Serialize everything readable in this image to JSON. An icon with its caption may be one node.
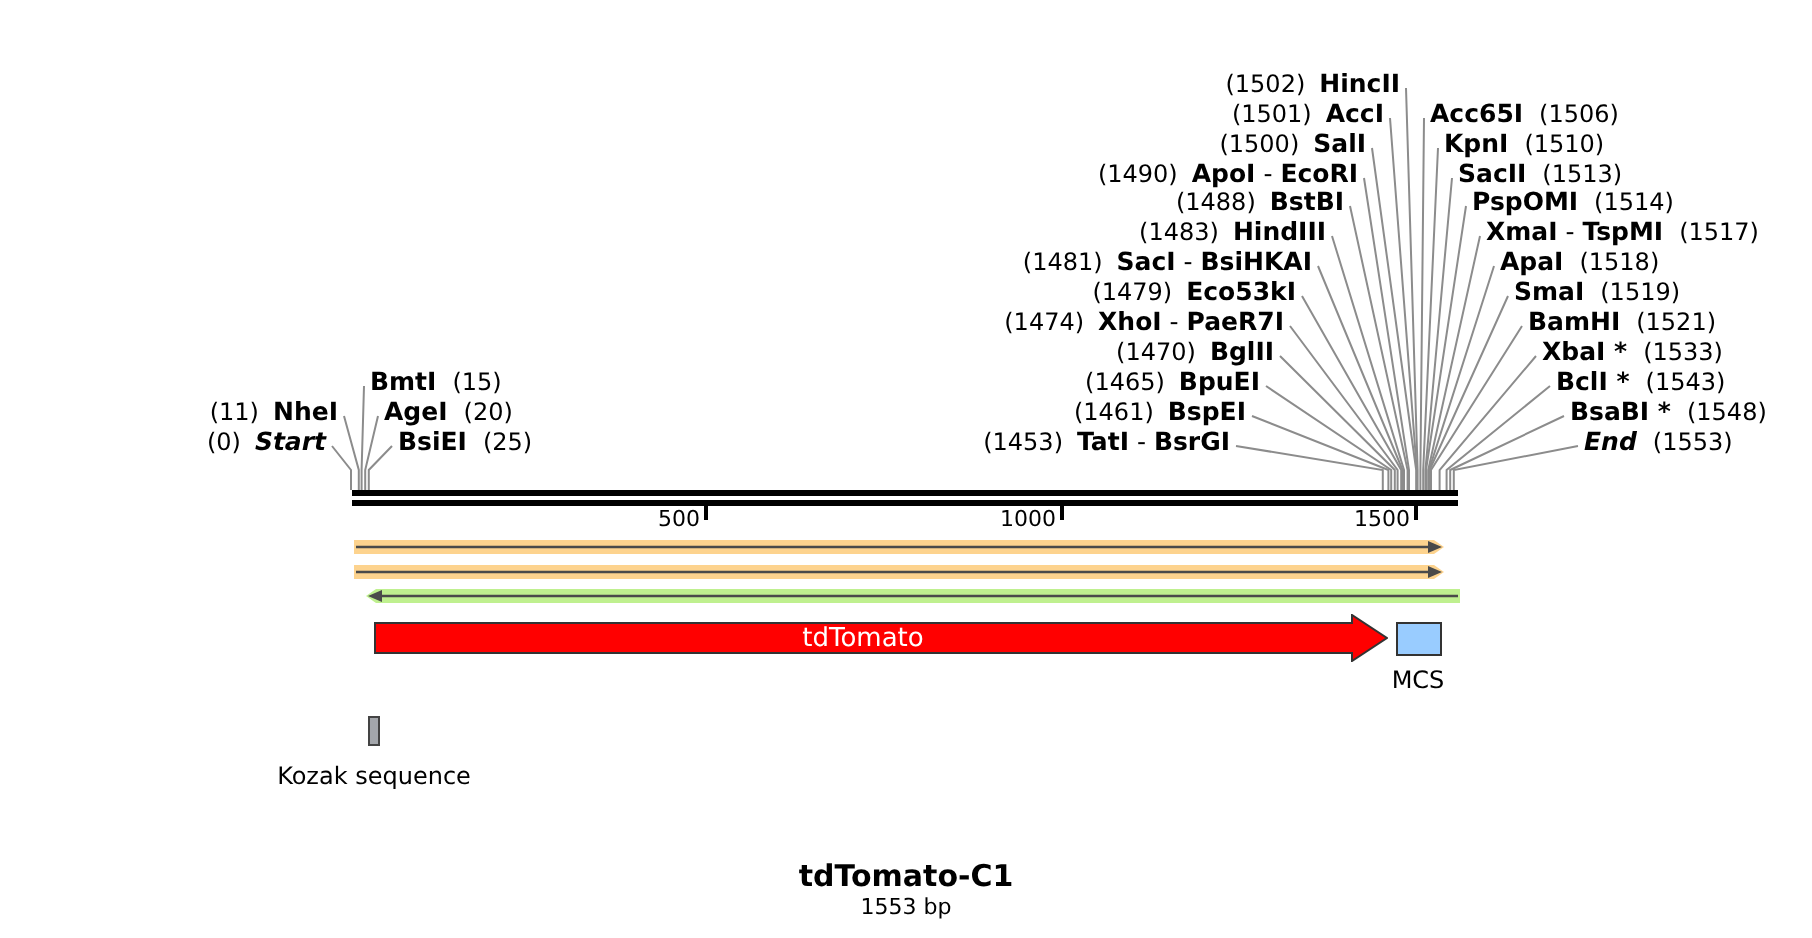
{
  "diagram": {
    "title": "tdTomato-C1",
    "caption": "1553 bp",
    "nodes": [
      {
        "text": [
          "HincII"
        ],
        "beside": [
          "(1502)"
        ]
      },
      {
        "text": [
          "AccI"
        ],
        "beside": [
          "(1501)"
        ]
      },
      {
        "text": [
          "Acc65I"
        ],
        "beside": [
          "(1506)"
        ]
      },
      {
        "text": [
          "SalI"
        ],
        "beside": [
          "(1500)"
        ]
      },
      {
        "text": [
          "KpnI"
        ],
        "beside": [
          "(1510)"
        ]
      },
      {
        "text": [
          "**ApoI** - **EcoRI**"
        ],
        "beside": [
          "(1490)"
        ]
      },
      {
        "text": [
          "SacII"
        ],
        "beside": [
          "(1513)"
        ]
      },
      {
        "text": [
          "BstBI"
        ],
        "beside": [
          "(1488)"
        ]
      },
      {
        "text": [
          "PspOMI"
        ],
        "beside": [
          "(1514)"
        ]
      },
      {
        "text": [
          "HindIII"
        ],
        "beside": [
          "(1483)"
        ]
      },
      {
        "text": [
          "**XmaI** - **TspMI**"
        ],
        "beside": [
          "(1517)"
        ]
      },
      {
        "text": [
          "**SacI** - **BsiHKAI**"
        ],
        "beside": [
          "(1481)"
        ]
      },
      {
        "text": [
          "ApaI"
        ],
        "beside": [
          "(1518)"
        ]
      },
      {
        "text": [
          "Eco53kI"
        ],
        "beside": [
          "(1479)"
        ]
      },
      {
        "text": [
          "SmaI"
        ],
        "beside": [
          "(1519)"
        ]
      },
      {
        "text": [
          "**XhoI** - **PaeR7I**"
        ],
        "beside": [
          "(1474)"
        ]
      },
      {
        "text": [
          "BamHI"
        ],
        "beside": [
          "(1521)"
        ]
      },
      {
        "text": [
          "BglII"
        ],
        "beside": [
          "(1470)"
        ]
      },
      {
        "text": [
          "XbaI *"
        ],
        "beside": [
          "(1533)"
        ]
      },
      {
        "text": [
          "BmtI"
        ],
        "beside": [
          "(15)"
        ]
      },
      {
        "text": [
          "BpuEI"
        ],
        "beside": [
          "(1465)"
        ]
      },
      {
        "text": [
          "BclI *"
        ],
        "beside": [
          "(1543)"
        ]
      },
      {
        "text": [
          "NheI"
        ],
        "beside": [
          "(11)"
        ]
      },
      {
        "text": [
          "AgeI"
        ],
        "beside": [
          "(20)"
        ]
      },
      {
        "text": [
          "BspEI"
        ],
        "beside": [
          "(1461)"
        ]
      },
      {
        "text": [
          "BsaBI *"
        ],
        "beside": [
          "(1548)"
        ]
      },
      {
        "text": [
          "Start"
        ],
        "beside": [
          "(0)"
        ]
      },
      {
        "text": [
          "BsiEI"
        ],
        "beside": [
          "(25)"
        ]
      },
      {
        "text": [
          "**TatI** - **BsrGI**"
        ],
        "beside": [
          "(1453)"
        ]
      },
      {
        "text": [
          "End"
        ],
        "beside": [
          "(1553)"
        ]
      },
      {
        "text": [],
        "shape": "bar",
        "beside": [
          "500",
          "1000",
          "1500"
        ]
      },
      {
        "text": [
          "tdTomato"
        ]
      },
      {
        "text": [
          "MCS"
        ]
      },
      {
        "text": [
          "Kozak sequence"
        ]
      }
    ],
    "edges": [
      {
        "from": 0,
        "to": 30,
        "arrow": "none"
      },
      {
        "from": 1,
        "to": 30,
        "arrow": "none"
      },
      {
        "from": 2,
        "to": 30,
        "arrow": "none"
      },
      {
        "from": 3,
        "to": 30,
        "arrow": "none"
      },
      {
        "from": 4,
        "to": 30,
        "arrow": "none"
      },
      {
        "from": 5,
        "to": 30,
        "arrow": "none"
      },
      {
        "from": 6,
        "to": 30,
        "arrow": "none"
      },
      {
        "from": 7,
        "to": 30,
        "arrow": "none"
      },
      {
        "from": 8,
        "to": 30,
        "arrow": "none"
      },
      {
        "from": 9,
        "to": 30,
        "arrow": "none"
      },
      {
        "from": 10,
        "to": 30,
        "arrow": "none"
      },
      {
        "from": 11,
        "to": 30,
        "arrow": "none"
      },
      {
        "from": 12,
        "to": 30,
        "arrow": "none"
      },
      {
        "from": 13,
        "to": 30,
        "arrow": "none"
      },
      {
        "from": 14,
        "to": 30,
        "arrow": "none"
      },
      {
        "from": 15,
        "to": 30,
        "arrow": "none"
      },
      {
        "from": 16,
        "to": 30,
        "arrow": "none"
      },
      {
        "from": 17,
        "to": 30,
        "arrow": "none"
      },
      {
        "from": 18,
        "to": 30,
        "arrow": "none"
      },
      {
        "from": 19,
        "to": 30,
        "arrow": "none"
      },
      {
        "from": 20,
        "to": 30,
        "arrow": "none"
      },
      {
        "from": 21,
        "to": 30,
        "arrow": "none"
      },
      {
        "from": 22,
        "to": 30,
        "arrow": "none"
      },
      {
        "from": 23,
        "to": 30,
        "arrow": "none"
      },
      {
        "from": 24,
        "to": 30,
        "arrow": "none"
      },
      {
        "from": 25,
        "to": 30,
        "arrow": "none"
      },
      {
        "from": 26,
        "to": 30,
        "arrow": "none"
      },
      {
        "from": 27,
        "to": 30,
        "arrow": "none"
      },
      {
        "from": 28,
        "to": 30,
        "arrow": "none"
      },
      {
        "from": 29,
        "to": 30,
        "arrow": "none"
      }
    ]
  }
}
